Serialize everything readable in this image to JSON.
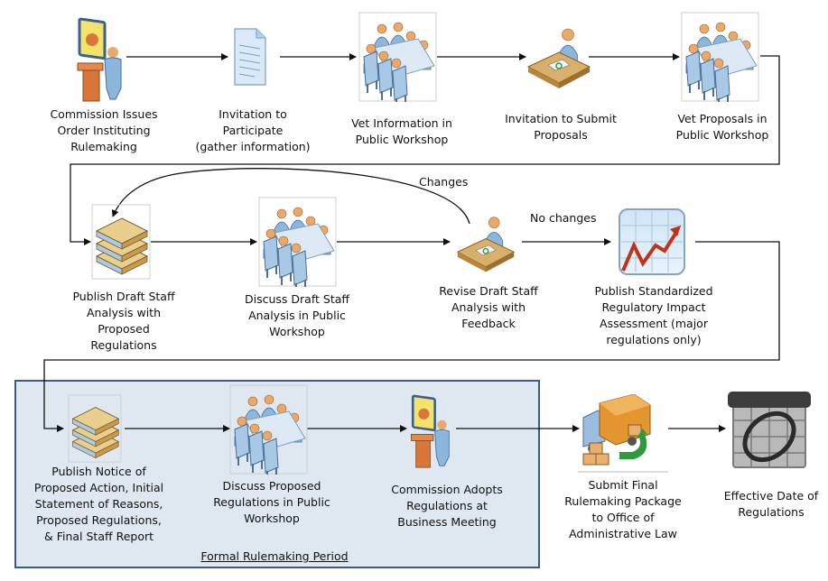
{
  "title": "Rulemaking Process Flow",
  "formal_period": {
    "label": "Formal Rulemaking Period",
    "fill": "#dfe7f1",
    "border": "#3b5b86"
  },
  "steps": [
    {
      "id": "s1",
      "icon": "presenter-podium-icon",
      "label": "Commission Issues\nOrder Instituting\nRulemaking"
    },
    {
      "id": "s2",
      "icon": "document-icon",
      "label": "Invitation to\nParticipate\n(gather information)"
    },
    {
      "id": "s3",
      "icon": "meeting-table-icon",
      "label": "Vet Information in\nPublic Workshop"
    },
    {
      "id": "s4",
      "icon": "person-at-desk-icon",
      "label": "Invitation to Submit\nProposals"
    },
    {
      "id": "s5",
      "icon": "meeting-table-icon",
      "label": "Vet Proposals in\nPublic Workshop"
    },
    {
      "id": "s6",
      "icon": "books-stack-icon",
      "label": "Publish Draft Staff\nAnalysis with\nProposed\nRegulations"
    },
    {
      "id": "s7",
      "icon": "meeting-table-icon",
      "label": "Discuss Draft Staff\nAnalysis in Public\nWorkshop"
    },
    {
      "id": "s8",
      "icon": "person-at-desk-icon",
      "label": "Revise Draft Staff\nAnalysis with\nFeedback"
    },
    {
      "id": "s9",
      "icon": "rising-chart-icon",
      "label": "Publish Standardized\nRegulatory Impact\nAssessment (major\nregulations only)"
    },
    {
      "id": "s10",
      "icon": "books-stack-icon",
      "label": "Publish Notice of\nProposed Action, Initial\nStatement of Reasons,\nProposed Regulations,\n& Final Staff Report"
    },
    {
      "id": "s11",
      "icon": "meeting-table-icon",
      "label": "Discuss Proposed\nRegulations in Public\nWorkshop"
    },
    {
      "id": "s12",
      "icon": "presenter-podium-icon",
      "label": "Commission Adopts\nRegulations at\nBusiness Meeting"
    },
    {
      "id": "s13",
      "icon": "delivery-truck-icon",
      "label": "Submit Final\nRulemaking Package\nto Office of\nAdministrative Law"
    },
    {
      "id": "s14",
      "icon": "calendar-icon",
      "label": "Effective Date of\nRegulations"
    }
  ],
  "edge_labels": {
    "changes": "Changes",
    "no_changes": "No changes"
  },
  "colors": {
    "line": "#111111",
    "person": "#8db6dc",
    "head": "#e9a96a",
    "podium": "#d9763a",
    "desk": "#d9b06b",
    "chart_line": "#c0321a",
    "calendar": "#8a8a8a"
  }
}
